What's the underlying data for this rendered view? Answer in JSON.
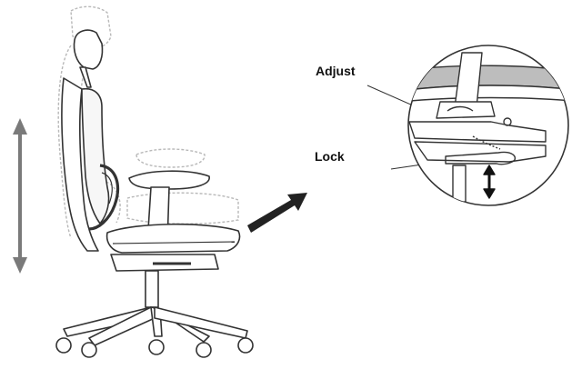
{
  "labels": {
    "adjust": "Adjust",
    "lock": "Lock"
  },
  "icons": {
    "height_arrow": "double-headed-vertical-arrow",
    "direction_arrow": "right-pointing-arrow",
    "lever_arrow": "double-headed-vertical-arrow"
  },
  "colors": {
    "line": "#333333",
    "ghost_line": "#b8b8b8",
    "height_arrow": "#7a7a7a",
    "fill": "#ffffff"
  }
}
